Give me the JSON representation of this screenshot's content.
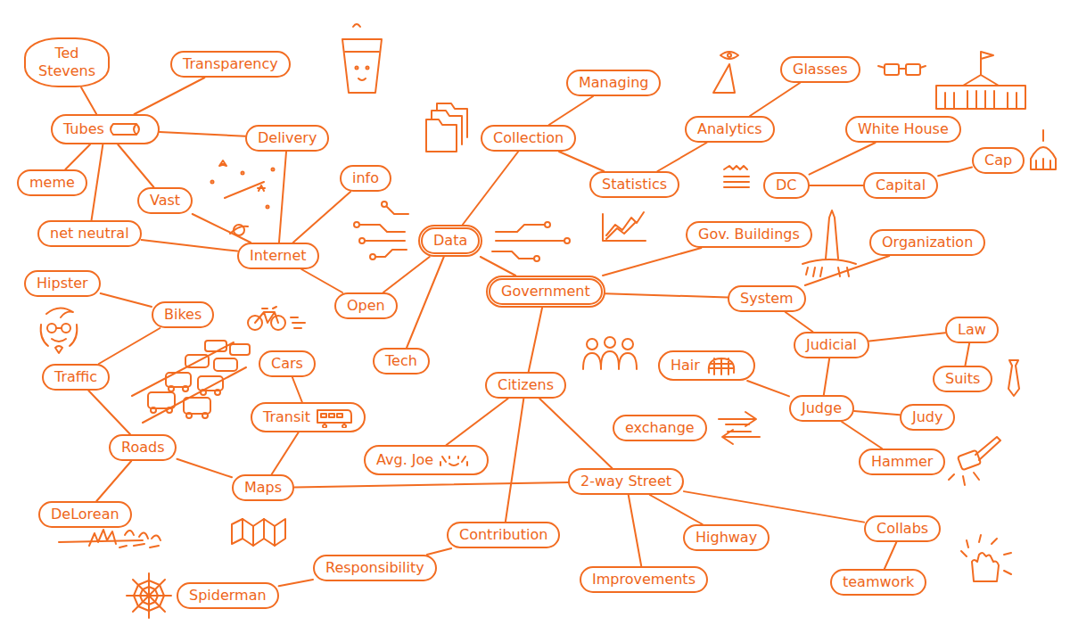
{
  "diagram": {
    "nodes": [
      {
        "text": [
          "Ted Stevens"
        ]
      },
      {
        "text": [
          "Transparency"
        ]
      },
      {
        "text": [
          "Tubes"
        ]
      },
      {
        "text": [
          "Delivery"
        ]
      },
      {
        "text": [
          "meme"
        ]
      },
      {
        "text": [
          "info"
        ]
      },
      {
        "text": [
          "Vast"
        ]
      },
      {
        "text": [
          "net neutral"
        ]
      },
      {
        "text": [
          "Internet"
        ]
      },
      {
        "text": [
          "Data"
        ]
      },
      {
        "text": [
          "Open"
        ]
      },
      {
        "text": [
          "Tech"
        ]
      },
      {
        "text": [
          "Managing"
        ]
      },
      {
        "text": [
          "Collection"
        ]
      },
      {
        "text": [
          "Glasses"
        ]
      },
      {
        "text": [
          "Analytics"
        ]
      },
      {
        "text": [
          "White House"
        ]
      },
      {
        "text": [
          "Statistics"
        ]
      },
      {
        "text": [
          "DC"
        ]
      },
      {
        "text": [
          "Capital"
        ]
      },
      {
        "text": [
          "Cap"
        ]
      },
      {
        "text": [
          "Gov. Buildings"
        ]
      },
      {
        "text": [
          "Organization"
        ]
      },
      {
        "text": [
          "Government"
        ]
      },
      {
        "text": [
          "System"
        ]
      },
      {
        "text": [
          "Hipster"
        ]
      },
      {
        "text": [
          "Bikes"
        ]
      },
      {
        "text": [
          "Judicial"
        ]
      },
      {
        "text": [
          "Law"
        ]
      },
      {
        "text": [
          "Traffic"
        ]
      },
      {
        "text": [
          "Cars"
        ]
      },
      {
        "text": [
          "Hair"
        ]
      },
      {
        "text": [
          "Citizens"
        ]
      },
      {
        "text": [
          "Suits"
        ]
      },
      {
        "text": [
          "Transit"
        ]
      },
      {
        "text": [
          "Judge"
        ]
      },
      {
        "text": [
          "Judy"
        ]
      },
      {
        "text": [
          "exchange"
        ]
      },
      {
        "text": [
          "Roads"
        ]
      },
      {
        "text": [
          "Avg. Joe"
        ]
      },
      {
        "text": [
          "Hammer"
        ]
      },
      {
        "text": [
          "Maps"
        ]
      },
      {
        "text": [
          "2-way Street"
        ]
      },
      {
        "text": [
          "DeLorean"
        ]
      },
      {
        "text": [
          "Collabs"
        ]
      },
      {
        "text": [
          "Contribution"
        ]
      },
      {
        "text": [
          "Highway"
        ]
      },
      {
        "text": [
          "Responsibility"
        ]
      },
      {
        "text": [
          "Improvements"
        ]
      },
      {
        "text": [
          "teamwork"
        ]
      },
      {
        "text": [
          "Spiderman"
        ]
      }
    ],
    "edges": [
      {
        "from": 0,
        "to": 2,
        "arrow": "none"
      },
      {
        "from": 1,
        "to": 2,
        "arrow": "none"
      },
      {
        "from": 2,
        "to": 4,
        "arrow": "none"
      },
      {
        "from": 2,
        "to": 6,
        "arrow": "none"
      },
      {
        "from": 2,
        "to": 7,
        "arrow": "none"
      },
      {
        "from": 2,
        "to": 3,
        "arrow": "none"
      },
      {
        "from": 3,
        "to": 8,
        "arrow": "none"
      },
      {
        "from": 6,
        "to": 8,
        "arrow": "none"
      },
      {
        "from": 7,
        "to": 8,
        "arrow": "none"
      },
      {
        "from": 5,
        "to": 8,
        "arrow": "none"
      },
      {
        "from": 8,
        "to": 10,
        "arrow": "none"
      },
      {
        "from": 10,
        "to": 9,
        "arrow": "none"
      },
      {
        "from": 9,
        "to": 11,
        "arrow": "none"
      },
      {
        "from": 9,
        "to": 13,
        "arrow": "none"
      },
      {
        "from": 13,
        "to": 12,
        "arrow": "none"
      },
      {
        "from": 13,
        "to": 17,
        "arrow": "none"
      },
      {
        "from": 17,
        "to": 15,
        "arrow": "none"
      },
      {
        "from": 15,
        "to": 14,
        "arrow": "none"
      },
      {
        "from": 18,
        "to": 16,
        "arrow": "none"
      },
      {
        "from": 18,
        "to": 19,
        "arrow": "none"
      },
      {
        "from": 19,
        "to": 20,
        "arrow": "none"
      },
      {
        "from": 9,
        "to": 23,
        "arrow": "none"
      },
      {
        "from": 23,
        "to": 21,
        "arrow": "none"
      },
      {
        "from": 23,
        "to": 24,
        "arrow": "none"
      },
      {
        "from": 24,
        "to": 22,
        "arrow": "none"
      },
      {
        "from": 24,
        "to": 27,
        "arrow": "none"
      },
      {
        "from": 27,
        "to": 28,
        "arrow": "none"
      },
      {
        "from": 28,
        "to": 33,
        "arrow": "none"
      },
      {
        "from": 27,
        "to": 35,
        "arrow": "none"
      },
      {
        "from": 35,
        "to": 31,
        "arrow": "none"
      },
      {
        "from": 35,
        "to": 36,
        "arrow": "none"
      },
      {
        "from": 35,
        "to": 40,
        "arrow": "none"
      },
      {
        "from": 23,
        "to": 32,
        "arrow": "none"
      },
      {
        "from": 32,
        "to": 39,
        "arrow": "none"
      },
      {
        "from": 32,
        "to": 45,
        "arrow": "none"
      },
      {
        "from": 32,
        "to": 42,
        "arrow": "none"
      },
      {
        "from": 42,
        "to": 41,
        "arrow": "none"
      },
      {
        "from": 42,
        "to": 46,
        "arrow": "none"
      },
      {
        "from": 42,
        "to": 48,
        "arrow": "none"
      },
      {
        "from": 42,
        "to": 44,
        "arrow": "none"
      },
      {
        "from": 44,
        "to": 49,
        "arrow": "none"
      },
      {
        "from": 45,
        "to": 47,
        "arrow": "none"
      },
      {
        "from": 47,
        "to": 50,
        "arrow": "none"
      },
      {
        "from": 41,
        "to": 34,
        "arrow": "none"
      },
      {
        "from": 41,
        "to": 38,
        "arrow": "none"
      },
      {
        "from": 34,
        "to": 30,
        "arrow": "none"
      },
      {
        "from": 38,
        "to": 29,
        "arrow": "none"
      },
      {
        "from": 38,
        "to": 43,
        "arrow": "none"
      },
      {
        "from": 29,
        "to": 26,
        "arrow": "none"
      },
      {
        "from": 26,
        "to": 25,
        "arrow": "none"
      }
    ]
  }
}
